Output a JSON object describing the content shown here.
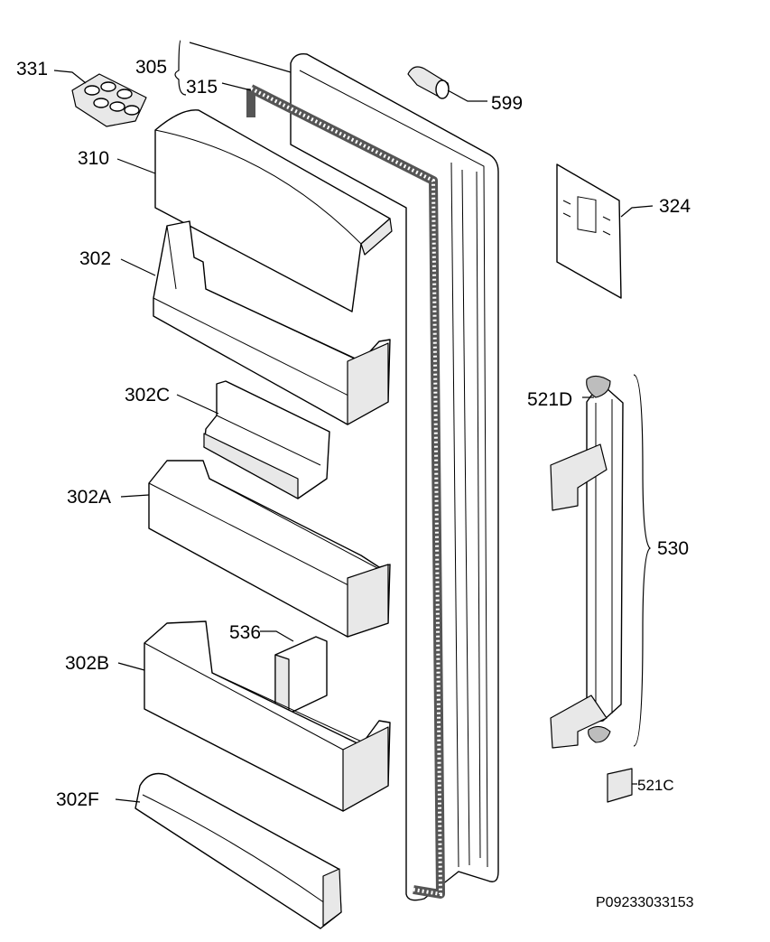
{
  "diagram": {
    "reference_code": "P09233033153",
    "parts": [
      {
        "id": "p331",
        "label": "331"
      },
      {
        "id": "p305",
        "label": "305"
      },
      {
        "id": "p315",
        "label": "315"
      },
      {
        "id": "p599",
        "label": "599"
      },
      {
        "id": "p310",
        "label": "310"
      },
      {
        "id": "p324",
        "label": "324"
      },
      {
        "id": "p302",
        "label": "302"
      },
      {
        "id": "p302c",
        "label": "302C"
      },
      {
        "id": "p521d",
        "label": "521D"
      },
      {
        "id": "p302a",
        "label": "302A"
      },
      {
        "id": "p530",
        "label": "530"
      },
      {
        "id": "p536",
        "label": "536"
      },
      {
        "id": "p302b",
        "label": "302B"
      },
      {
        "id": "p521c",
        "label": "521C"
      },
      {
        "id": "p302f",
        "label": "302F"
      }
    ]
  }
}
